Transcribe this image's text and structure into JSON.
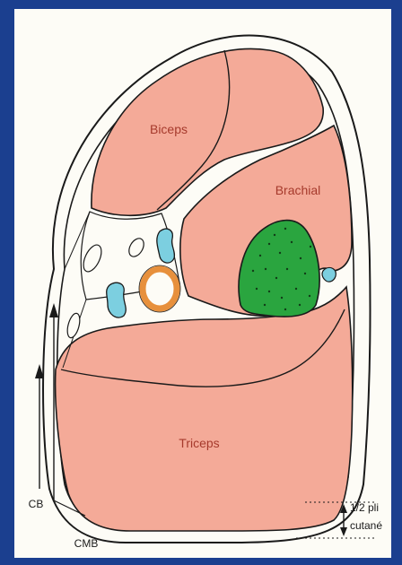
{
  "labels": {
    "biceps": "Biceps",
    "brachial": "Brachial",
    "triceps": "Triceps",
    "cb": "CB",
    "cmb": "CMB",
    "pli_line1": "1/2 pli",
    "pli_line2": "cutané"
  },
  "colors": {
    "frame": "#1b3f8f",
    "background": "#fdfcf6",
    "muscle": "#f4aa98",
    "outline": "#1a1a1a",
    "bone": "#f0a860",
    "nerve": "#7ccfe0",
    "green_mass": "#2aa53f"
  },
  "icons": {
    "arrows": "up-arrow-icon",
    "measure": "double-arrow-icon"
  }
}
